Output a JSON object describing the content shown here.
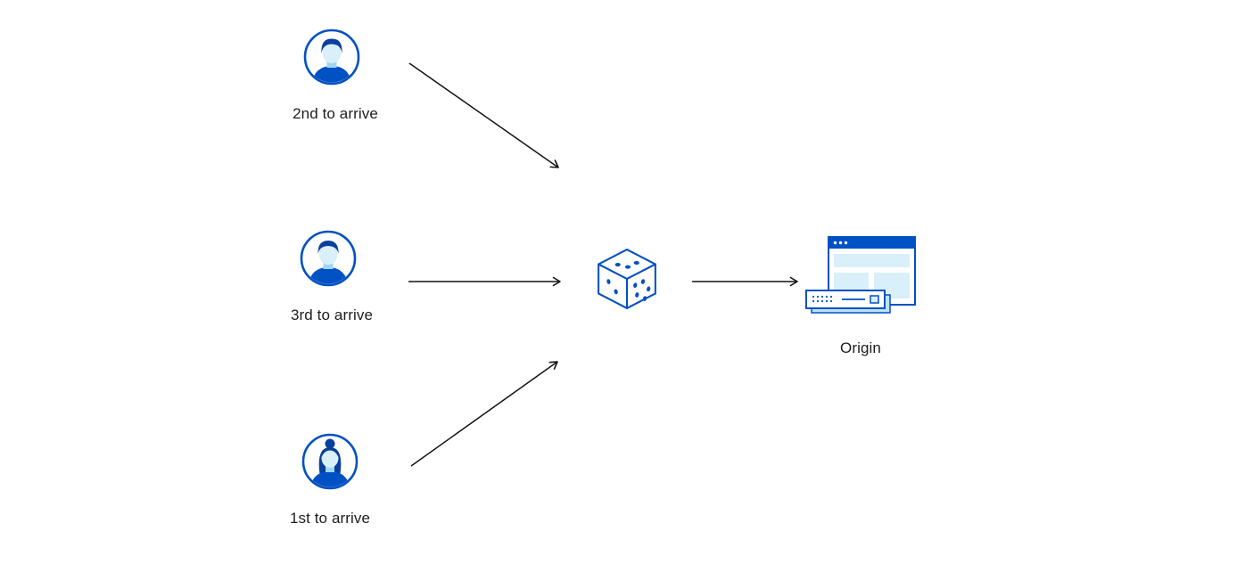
{
  "diagram": {
    "title": "request-arrival-random-routing-to-origin",
    "users": [
      {
        "id": "user-2nd",
        "label": "2nd to arrive",
        "avatar_icon": "male-avatar-icon"
      },
      {
        "id": "user-3rd",
        "label": "3rd to arrive",
        "avatar_icon": "male-avatar-icon"
      },
      {
        "id": "user-1st",
        "label": "1st to arrive",
        "avatar_icon": "female-avatar-icon"
      }
    ],
    "router": {
      "icon": "dice-icon"
    },
    "origin": {
      "label": "Origin",
      "icon": "origin-server-icon"
    },
    "arrows": [
      {
        "from": "user-2nd",
        "to": "dice"
      },
      {
        "from": "user-3rd",
        "to": "dice"
      },
      {
        "from": "user-1st",
        "to": "dice"
      },
      {
        "from": "dice",
        "to": "origin"
      }
    ]
  },
  "colors": {
    "accent_blue": "#0051c3",
    "dark_blue": "#0b3e9e",
    "light_blue": "#d9effa",
    "lighter_blue": "#bde3f8",
    "skin_shadow_blue": "#9fd7f2",
    "arrow_black": "#141414",
    "text": "#1d1d1f",
    "background": "#ffffff"
  }
}
